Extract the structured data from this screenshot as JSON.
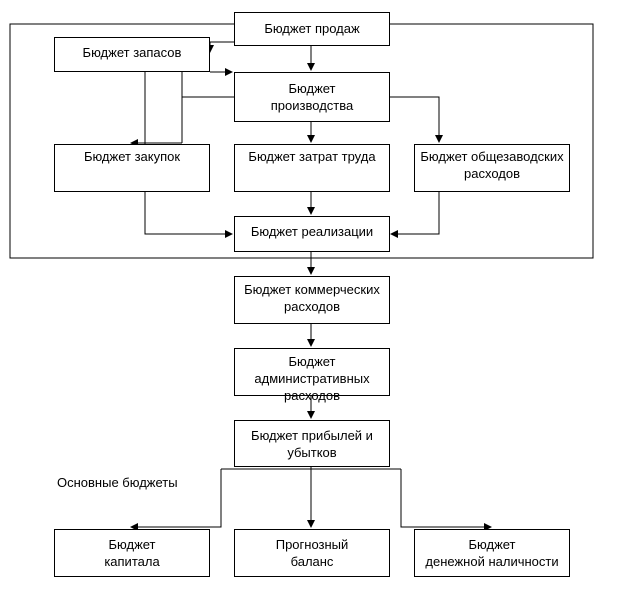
{
  "diagram": {
    "nodes": {
      "sales_budget": "Бюджет продаж",
      "inventory_budget": "Бюджет запасов",
      "production_budget": "Бюджет\nпроизводства",
      "purchases_budget": "Бюджет закупок",
      "labor_budget": "Бюджет затрат труда",
      "overhead_budget": "Бюджет общезаводских\nрасходов",
      "cogs_budget": "Бюджет реализации",
      "selling_budget": "Бюджет коммерческих\nрасходов",
      "admin_budget": "Бюджет\nадминистративных\nрасходов",
      "pnl_budget": "Бюджет прибылей и\nубытков",
      "capital_budget": "Бюджет\nкапитала",
      "forecast_balance": "Прогнозный\nбаланс",
      "cash_budget": "Бюджет\nденежной наличности"
    },
    "group_label": "Основные бюджеты"
  }
}
